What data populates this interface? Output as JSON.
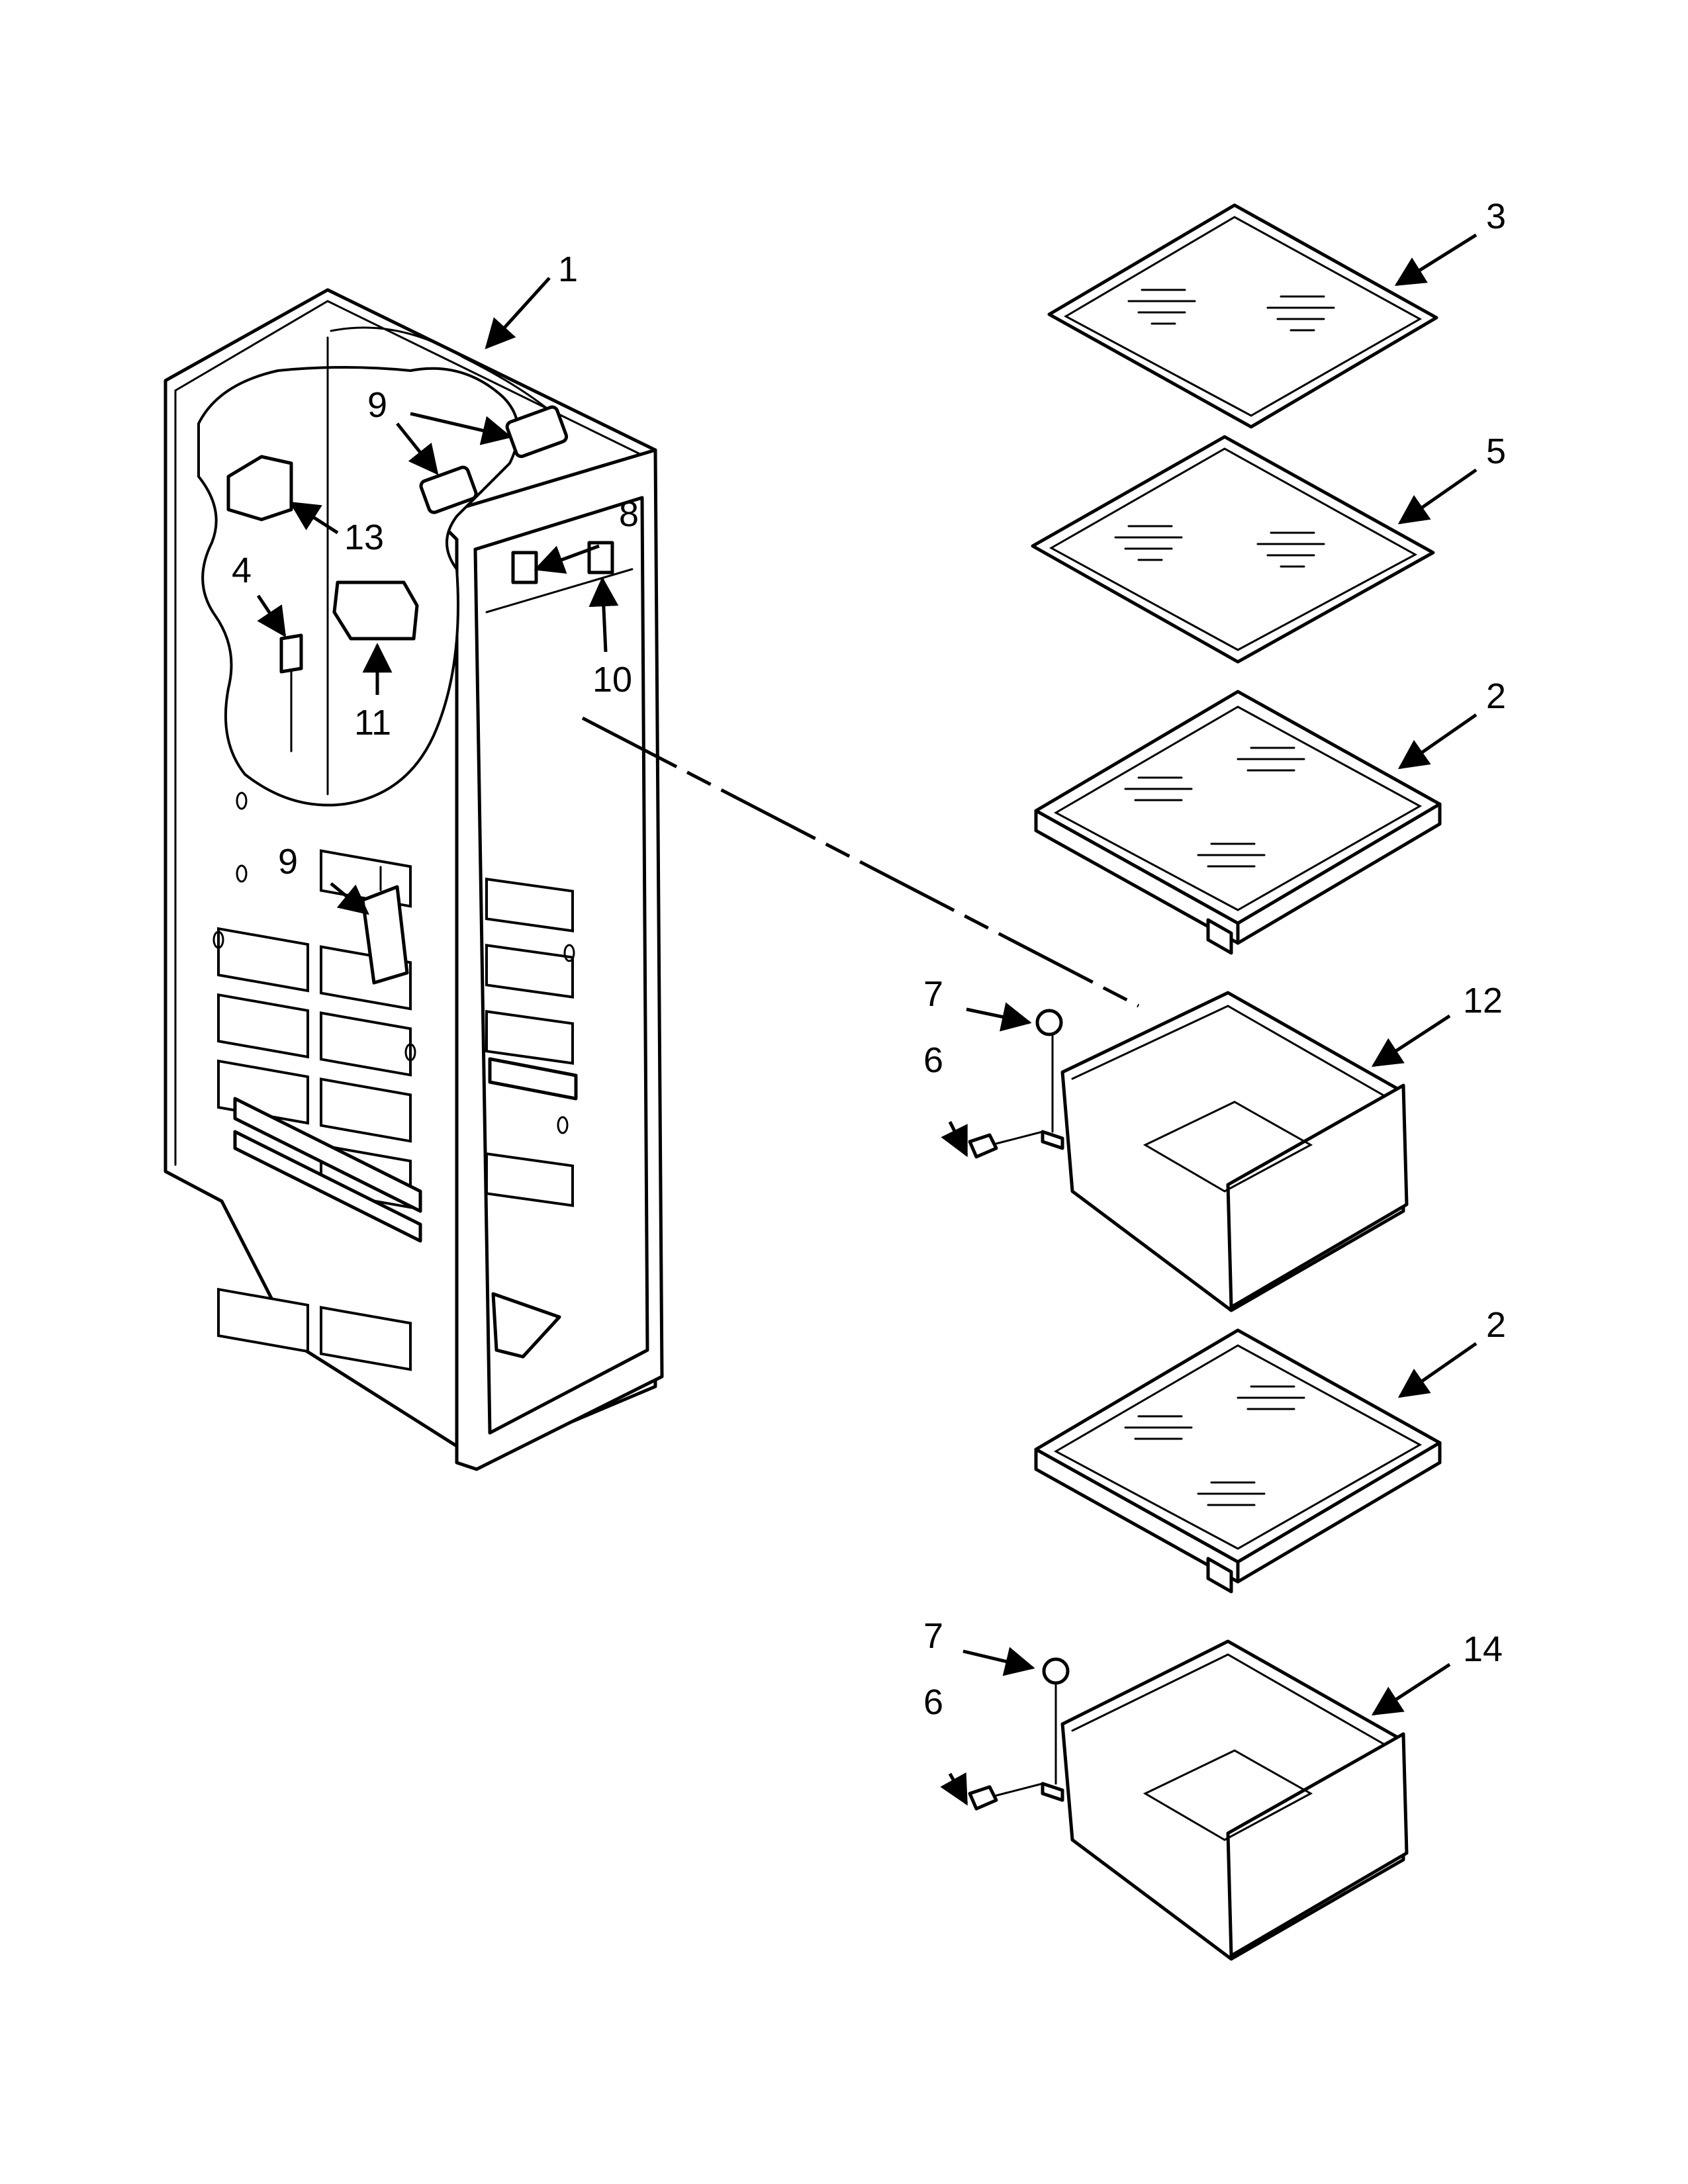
{
  "callouts": {
    "c1": "1",
    "c2a": "2",
    "c2b": "2",
    "c3": "3",
    "c4": "4",
    "c5": "5",
    "c6a": "6",
    "c6b": "6",
    "c7a": "7",
    "c7b": "7",
    "c8": "8",
    "c9a": "9",
    "c9b": "9",
    "c10": "10",
    "c11": "11",
    "c12": "12",
    "c13": "13",
    "c14": "14"
  },
  "colors": {
    "line": "#000000",
    "background": "#ffffff"
  }
}
